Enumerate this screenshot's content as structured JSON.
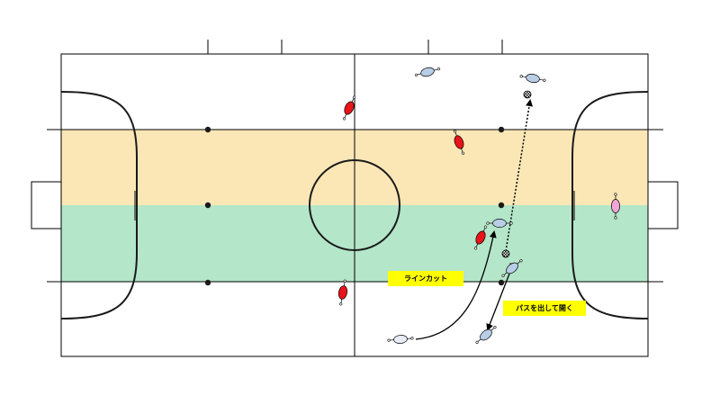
{
  "labels": {
    "line_cut": "ラインカット",
    "pass_and_open": "パスを出して開く"
  },
  "colors": {
    "upper_band": "#fbe7b6",
    "lower_band": "#b4e6c9",
    "court_line": "#000000",
    "arc_line": "#1a1a1a",
    "team_red": "#e8141a",
    "team_blue": "#b8cde6",
    "goalkeeper": "#f2a6d6",
    "selected_player": "#e6edf6",
    "label_bg": "#ffff00"
  },
  "players": {
    "red": [
      "red-player-1",
      "red-player-2",
      "red-player-3",
      "red-player-4"
    ],
    "blue": [
      "blue-player-1",
      "blue-player-2",
      "blue-player-3",
      "blue-player-4",
      "blue-player-5",
      "blue-player-6"
    ],
    "goalkeeper": "goalkeeper-pink"
  },
  "balls": [
    "ball-top",
    "ball-middle"
  ]
}
